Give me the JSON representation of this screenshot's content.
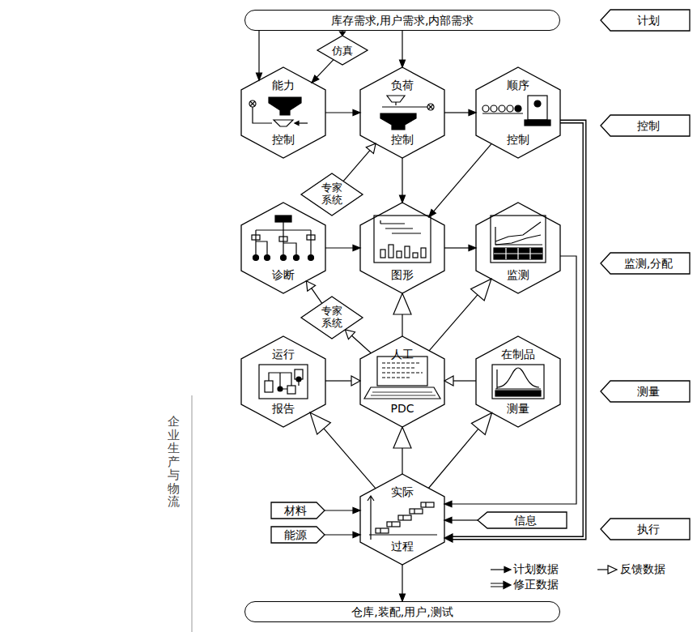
{
  "diagram": {
    "nodes": [
      {
        "text": [
          "库存需求,用户需求,内部需求"
        ]
      },
      {
        "text": [
          "仿真"
        ]
      },
      {
        "text": [
          "能力",
          "控制"
        ]
      },
      {
        "text": [
          "负荷",
          "控制"
        ]
      },
      {
        "text": [
          "顺序",
          "控制"
        ]
      },
      {
        "text": [
          "专家系统"
        ]
      },
      {
        "text": [
          "诊断"
        ]
      },
      {
        "text": [
          "图形"
        ]
      },
      {
        "text": [
          "监测"
        ]
      },
      {
        "text": [
          "专家系统"
        ]
      },
      {
        "text": [
          "运行",
          "报告"
        ]
      },
      {
        "text": [
          "人工",
          "PDC"
        ]
      },
      {
        "text": [
          "在制品",
          "测量"
        ]
      },
      {
        "text": [
          "材料"
        ]
      },
      {
        "text": [
          "能源"
        ]
      },
      {
        "text": [
          "实际",
          "过程"
        ]
      },
      {
        "text": [
          "信息"
        ]
      },
      {
        "text": [
          "仓库,装配,用户,测试"
        ]
      },
      {
        "text": [
          "计划"
        ]
      },
      {
        "text": [
          "控制"
        ]
      },
      {
        "text": [
          "监测,分配"
        ]
      },
      {
        "text": [
          "测量"
        ]
      },
      {
        "text": [
          "执行"
        ]
      }
    ],
    "edges": [
      {
        "from": 0,
        "to": 2,
        "arrow": "to"
      },
      {
        "from": 0,
        "to": 1,
        "arrow": "to"
      },
      {
        "from": 1,
        "to": 2,
        "arrow": "to"
      },
      {
        "from": 0,
        "to": 3,
        "arrow": "to"
      },
      {
        "from": 2,
        "to": 3,
        "arrow": "to"
      },
      {
        "from": 3,
        "to": 4,
        "arrow": "to"
      },
      {
        "from": 5,
        "to": 3,
        "arrow": "to"
      },
      {
        "from": 3,
        "to": 7,
        "arrow": "to"
      },
      {
        "from": 4,
        "to": 7,
        "arrow": "to"
      },
      {
        "from": 6,
        "to": 7,
        "arrow": "to"
      },
      {
        "from": 7,
        "to": 8,
        "arrow": "to"
      },
      {
        "from": 9,
        "to": 6,
        "arrow": "to"
      },
      {
        "from": 11,
        "to": 9,
        "arrow": "to"
      },
      {
        "from": 11,
        "to": 7,
        "arrow": "to"
      },
      {
        "from": 11,
        "to": 8,
        "arrow": "to"
      },
      {
        "from": 10,
        "to": 11,
        "arrow": "to"
      },
      {
        "from": 12,
        "to": 11,
        "arrow": "to"
      },
      {
        "from": 15,
        "to": 10,
        "arrow": "to"
      },
      {
        "from": 15,
        "to": 11,
        "arrow": "to"
      },
      {
        "from": 15,
        "to": 12,
        "arrow": "to"
      },
      {
        "from": 13,
        "to": 15,
        "arrow": "to"
      },
      {
        "from": 14,
        "to": 15,
        "arrow": "to"
      },
      {
        "from": 16,
        "to": 15,
        "arrow": "to"
      },
      {
        "from": 4,
        "to": 15,
        "arrow": "to"
      },
      {
        "from": 8,
        "to": 15,
        "arrow": "to"
      },
      {
        "from": 15,
        "to": 17,
        "arrow": "to"
      }
    ],
    "labels": [
      "企业生产与物流"
    ],
    "legend": [
      {
        "text": "计划数据"
      },
      {
        "text": "修正数据"
      },
      {
        "text": "反馈数据"
      }
    ]
  }
}
